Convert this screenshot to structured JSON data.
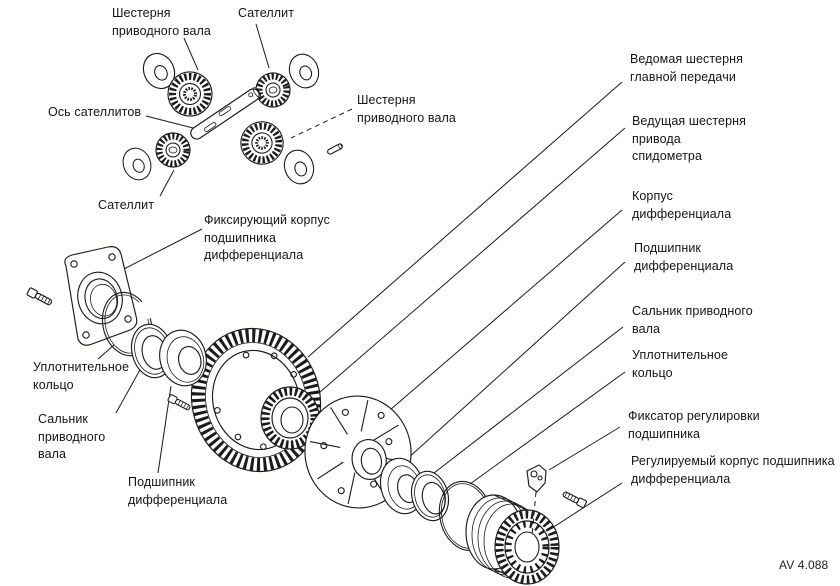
{
  "colors": {
    "ink": "#1b1b1b",
    "background": "#ffffff"
  },
  "figure_code": "AV 4.088",
  "labels": {
    "gear_drive_shaft_top_left": "Шестерня\nприводного вала",
    "satellite_top": "Сателлит",
    "satellites_axis": "Ось сателлитов",
    "satellite_bottom": "Сателлит",
    "gear_drive_shaft_right": "Шестерня\nприводного вала",
    "fixing_bearing_housing": "Фиксирующий корпус\nподшипника\nдифференциала",
    "sealing_ring_left": "Уплотнительное\nкольцо",
    "drive_shaft_seal_left": "Сальник\nприводного\nвала",
    "diff_bearing_left": "Подшипник\nдифференциала",
    "driven_gear_final_drive": "Ведомая шестерня\nглавной передачи",
    "speedometer_drive_gear": "Ведущая шестерня\nпривода\nспидометра",
    "diff_housing": "Корпус\nдифференциала",
    "diff_bearing_right": "Подшипник\nдифференциала",
    "drive_shaft_seal_right": "Сальник приводного\nвала",
    "sealing_ring_right": "Уплотнительное\nкольцо",
    "bearing_adjust_lock": "Фиксатор регулировки\nподшипника",
    "adjustable_bearing_housing": "Регулируемый корпус подшипника\nдифференциала"
  }
}
